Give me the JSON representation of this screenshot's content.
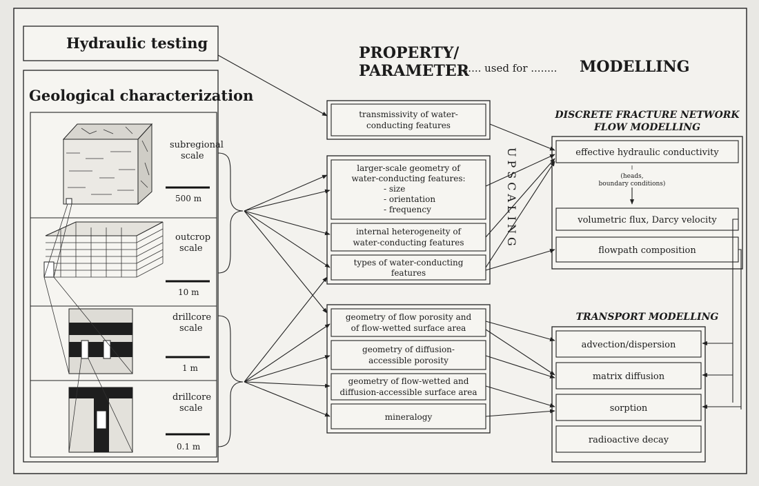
{
  "left": {
    "hydraulic_testing": "Hydraulic testing",
    "geological_characterization": "Geological characterization",
    "scales": [
      {
        "label_line1": "subregional",
        "label_line2": "scale",
        "bar": "500 m"
      },
      {
        "label_line1": "outcrop",
        "label_line2": "scale",
        "bar": "10 m"
      },
      {
        "label_line1": "drillcore",
        "label_line2": "scale",
        "bar": "1 m"
      },
      {
        "label_line1": "drillcore",
        "label_line2": "scale",
        "bar": "0.1 m"
      }
    ]
  },
  "header": {
    "property_line1": "PROPERTY/",
    "property_line2": "PARAMETER",
    "used_for": "....... used for ........",
    "modelling": "MODELLING"
  },
  "middle": {
    "transmissivity": [
      "transmissivity of water-",
      "conducting features"
    ],
    "geometry_block": [
      "larger-scale geometry of",
      "water-conducting features:",
      "-   size",
      "-   orientation",
      "-   frequency"
    ],
    "internal_heterogeneity": [
      "internal heterogeneity of",
      "water-conducting features"
    ],
    "types": [
      "types of water-conducting",
      "features"
    ],
    "flow_porosity": [
      "geometry of flow porosity and",
      "of flow-wetted surface area"
    ],
    "diffusion_porosity": [
      "geometry of diffusion-",
      "accessible porosity"
    ],
    "flow_wetted": [
      "geometry of flow-wetted and",
      "diffusion-accessible surface area"
    ],
    "mineralogy": "mineralogy",
    "upscaling": "UPSCALING"
  },
  "right": {
    "dfn_title_line1": "DISCRETE FRACTURE NETWORK",
    "dfn_title_line2": "FLOW MODELLING",
    "effective_conductivity": "effective hydraulic conductivity",
    "heads_line1": "(heads,",
    "heads_line2": "boundary conditions)",
    "volumetric_flux": "volumetric flux, Darcy velocity",
    "flowpath": "flowpath composition",
    "transport_title": "TRANSPORT MODELLING",
    "transport_items": [
      "advection/dispersion",
      "matrix diffusion",
      "sorption",
      "radioactive decay"
    ]
  }
}
